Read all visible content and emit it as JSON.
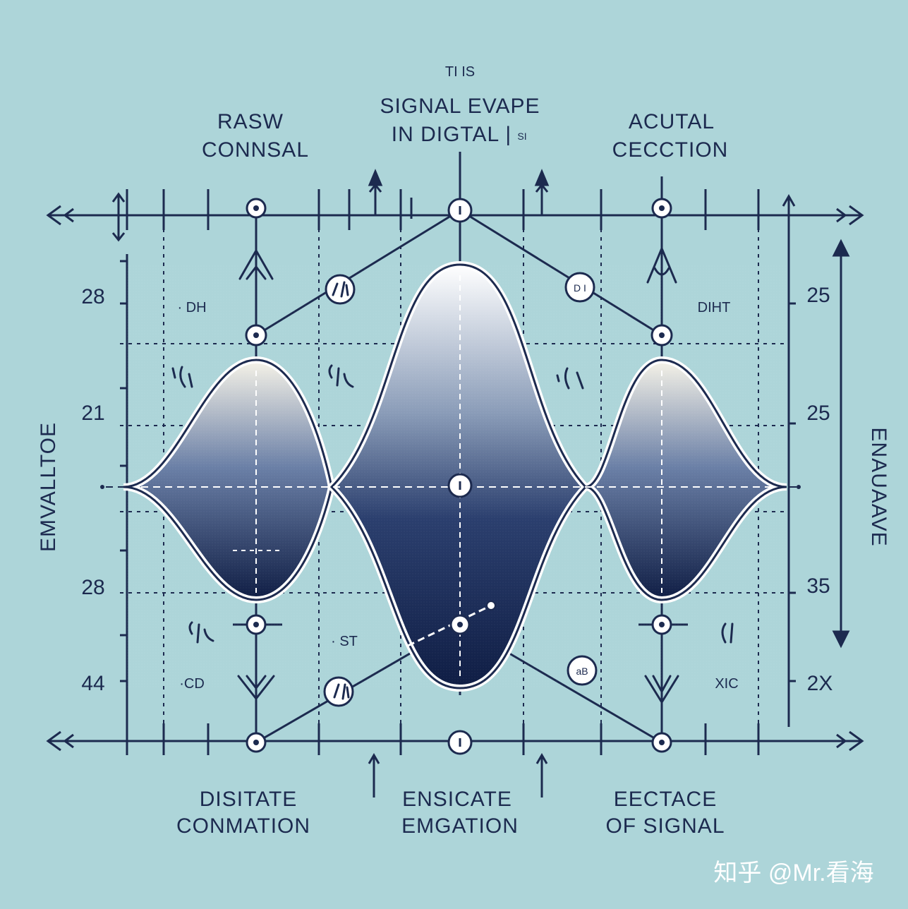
{
  "title": {
    "line1": "TI IS",
    "line2": "SIGNAL EVAPE",
    "line3": "IN DIGTAL |",
    "line3b": "SI"
  },
  "top_labels": {
    "left_1": "RASW",
    "left_2": "CONNSAL",
    "right_1": "ACUTAL",
    "right_2": "CECCTION"
  },
  "bottom_labels": {
    "left_1": "DISITATE",
    "left_2": "CONMATION",
    "center_1": "ENSICATE",
    "center_2": "EMGATION",
    "right_1": "EECTACE",
    "right_2": "OF SIGNAL"
  },
  "side_labels": {
    "left": "EMVALLTOE",
    "right": "ENAUAAVE"
  },
  "left_numbers": [
    "28",
    "21",
    "28",
    "44"
  ],
  "right_numbers": [
    "25",
    "25",
    "35",
    "2X"
  ],
  "small_texts": {
    "dh": "· DH",
    "diht": "DIHT",
    "st": "· ST",
    "cd": "·CD",
    "xic": "XIC",
    "node_a": "D I",
    "node_b": "aB"
  },
  "watermark": "知乎 @Mr.看海",
  "colors": {
    "background": "#add5d9",
    "line": "#1c2a4f",
    "fill_dark": "#14234f",
    "fill_light": "#ffffff"
  }
}
